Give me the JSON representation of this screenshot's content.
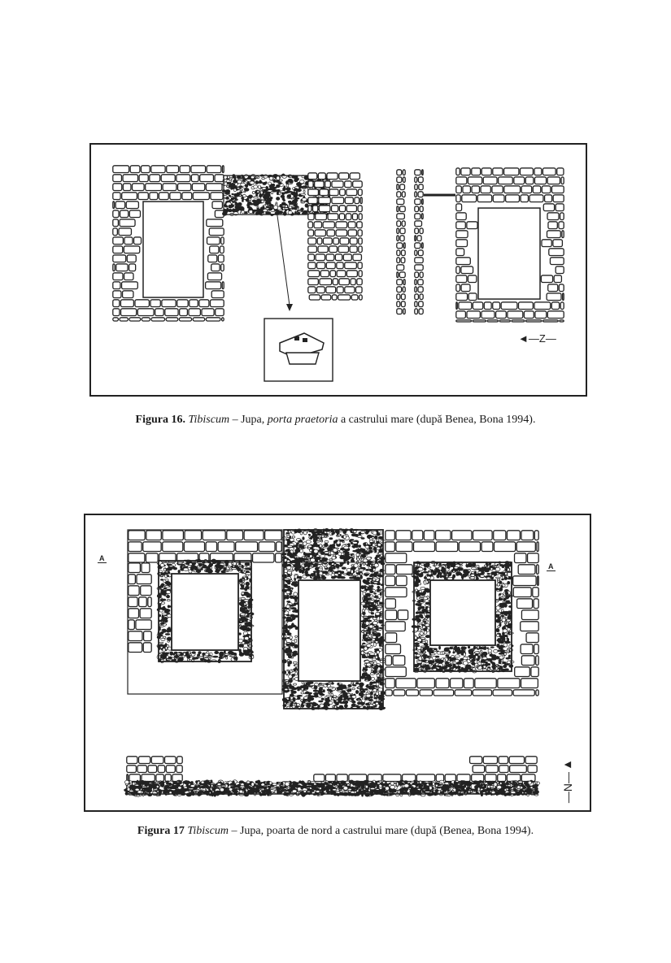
{
  "figures": [
    {
      "id": "fig16",
      "caption": {
        "label": "Figura 16.",
        "site": "Tibiscum",
        "text_a": " – Jupa, ",
        "term": "porta praetoria",
        "text_b": " a castrului mare (după Benea, Bona 1994)."
      },
      "direction_label": "Z"
    },
    {
      "id": "fig17",
      "caption": {
        "label": "Figura 17",
        "site": "Tibiscum",
        "text_a": " – Jupa, poarta de nord a castrului mare (după (Benea, Bona 1994)."
      },
      "direction_label": "N",
      "section_mark": "A"
    }
  ]
}
